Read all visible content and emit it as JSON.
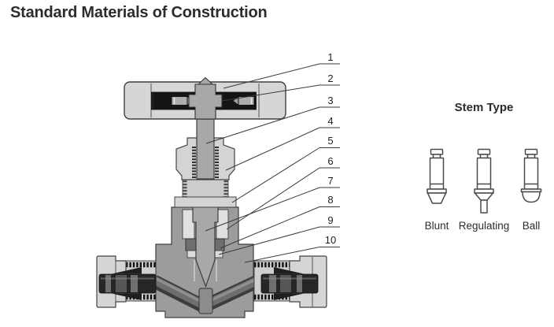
{
  "title": "Standard Materials of Construction",
  "valve_diagram": {
    "callouts": [
      {
        "label": "1"
      },
      {
        "label": "2"
      },
      {
        "label": "3"
      },
      {
        "label": "4"
      },
      {
        "label": "5"
      },
      {
        "label": "6"
      },
      {
        "label": "7"
      },
      {
        "label": "8"
      },
      {
        "label": "9"
      },
      {
        "label": "10"
      }
    ]
  },
  "stem_type": {
    "title": "Stem Type",
    "items": [
      {
        "label": "Blunt"
      },
      {
        "label": "Regulating"
      },
      {
        "label": "Ball"
      }
    ]
  },
  "colors": {
    "background": "#ffffff",
    "heading_text": "#2c2c2c",
    "line_art": "#3f3f3f",
    "light_gray": "#d5d5d5",
    "stem_gray": "#a8a8a8",
    "body_gray": "#9c9c9c",
    "packing_gray": "#6e6e6e",
    "tube_dark": "#262626"
  }
}
